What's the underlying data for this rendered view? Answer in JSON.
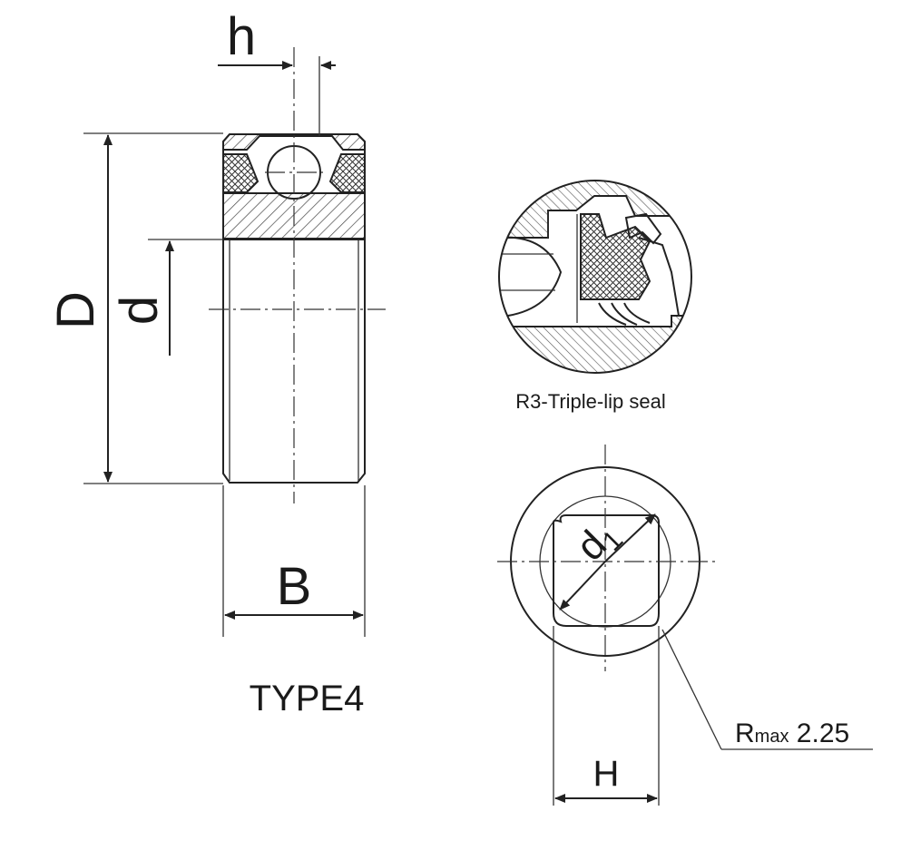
{
  "main_view": {
    "label_h": "h",
    "label_D": "D",
    "label_d": "d",
    "label_B": "B",
    "type_label": "TYPE4"
  },
  "seal_detail": {
    "caption": "R3-Triple-lip seal"
  },
  "bore_view": {
    "label_d1": "d",
    "label_d1_sub": "1",
    "label_H": "H",
    "radius_prefix": "R",
    "radius_sub": "max",
    "radius_value": " 2.25"
  },
  "colors": {
    "line": "#222222",
    "background": "#ffffff"
  }
}
